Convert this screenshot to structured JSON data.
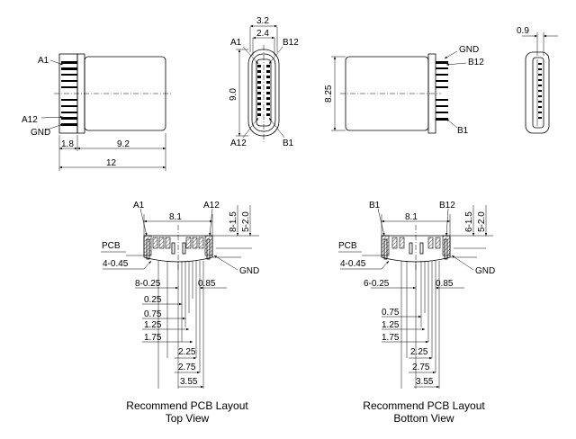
{
  "labels": {
    "side_top": {
      "a1": "A1",
      "a12": "A12",
      "gnd": "GND",
      "d_18": "1.8",
      "d_92": "9.2",
      "d_12": "12"
    },
    "front": {
      "d_32": "3.2",
      "d_24": "2.4",
      "a1": "A1",
      "b12": "B12",
      "d_90": "9.0",
      "a12": "A12",
      "b1": "B1"
    },
    "side_bottom": {
      "gnd": "GND",
      "b12": "B12",
      "b1": "B1",
      "d_825": "8.25"
    },
    "end": {
      "d_09": "0.9"
    },
    "pcb_top": {
      "a1": "A1",
      "a12": "A12",
      "d_81": "8.1",
      "d_815": "8-1.5",
      "d_520": "5-2.0",
      "pcb": "PCB",
      "d_4045": "4-0.45",
      "gnd": "GND",
      "d_8025": "8-0.25",
      "d_085": "0.85",
      "d_025": "0.25",
      "d_075": "0.75",
      "d_125": "1.25",
      "d_175": "1.75",
      "d_225": "2.25",
      "d_275": "2.75",
      "d_355": "3.55",
      "caption_1": "Recommend PCB Layout",
      "caption_2": "Top View"
    },
    "pcb_bottom": {
      "b1": "B1",
      "b12": "B12",
      "d_81": "8.1",
      "d_615": "6-1.5",
      "d_520": "5-2.0",
      "pcb": "PCB",
      "d_4045": "4-0.45",
      "gnd": "GND",
      "d_6025": "6-0.25",
      "d_085": "0.85",
      "d_075": "0.75",
      "d_125": "1.25",
      "d_175": "1.75",
      "d_225": "2.25",
      "d_275": "2.75",
      "d_355": "3.55",
      "caption_1": "Recommend PCB Layout",
      "caption_2": "Bottom View"
    }
  }
}
